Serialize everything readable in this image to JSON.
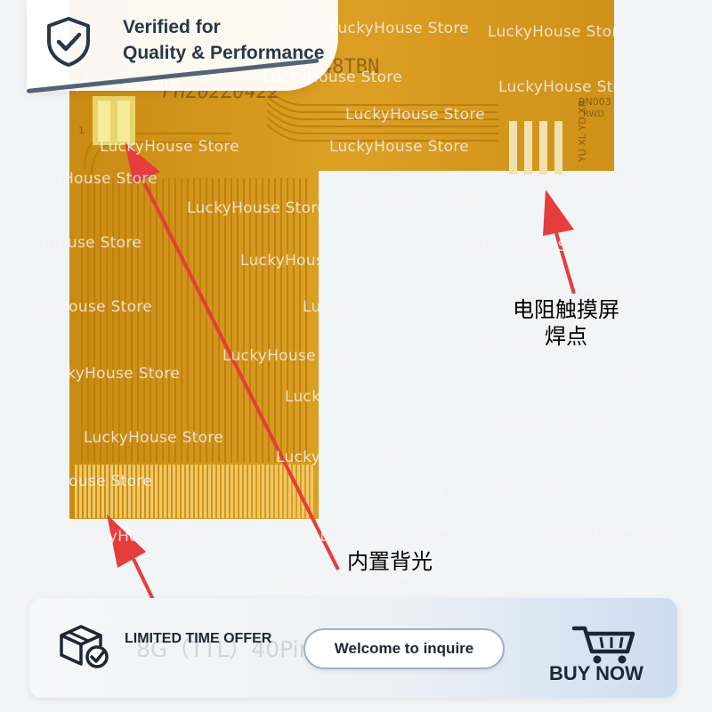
{
  "badge": {
    "line1": "Verified for",
    "line2": "Quality & Performance"
  },
  "silkscreen": {
    "row1": "48TBN",
    "row2": "FHZ02Z0422",
    "code1": "BN003",
    "code2": "RWD",
    "pins": "YU XL YD XR",
    "pin1": "1"
  },
  "watermark_text": "LuckyHouse Store",
  "annotations": {
    "touch_line1": "电阻触摸屏",
    "touch_line2": "焊点",
    "backlight": "内置背光"
  },
  "banner": {
    "offer": "LIMITED TIME OFFER",
    "inquire": "Welcome to inquire",
    "buy": "BUY NOW",
    "faint": "8G（TTL）40Pin贴片，0.5mm间距"
  },
  "colors": {
    "fpc": "#d89a1c",
    "arrow": "#e53c3c",
    "navy": "#27384a"
  }
}
